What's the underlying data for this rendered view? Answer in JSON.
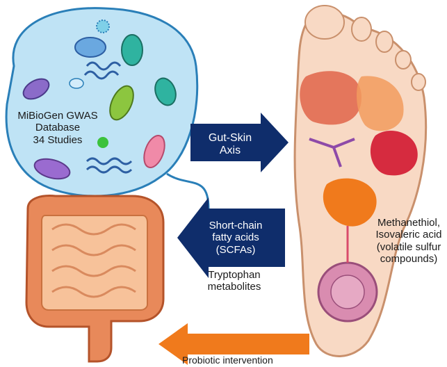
{
  "database": {
    "line1": "MiBioGen GWAS",
    "line2": "Database",
    "line3": "34 Studies"
  },
  "gut_skin_axis": {
    "line1": "Gut-Skin",
    "line2": "Axis"
  },
  "scfa": {
    "line1": "Short-chain",
    "line2": "fatty acids",
    "line3": "(SCFAs)"
  },
  "tryptophan": {
    "line1": "Tryptophan",
    "line2": "metabolites"
  },
  "volatile": {
    "line1": "Methanethiol,",
    "line2": "Isovaleric acid",
    "line3": "(volatile sulfur",
    "line4": "compounds)"
  },
  "probiotic": "Probiotic intervention",
  "colors": {
    "microbiome_bubble": "#bfe3f5",
    "microbiome_outline": "#2a7fb8",
    "navy_arrow": "#0f2d6b",
    "orange_arrow": "#f07a1c",
    "intestine": "#e8895a",
    "foot_skin": "#f8d9c4"
  }
}
